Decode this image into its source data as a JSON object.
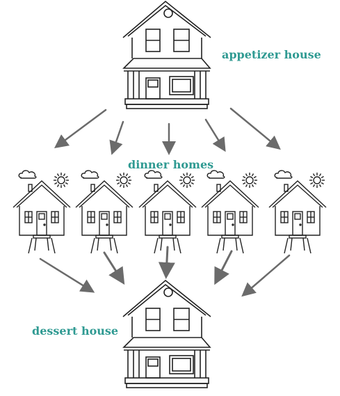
{
  "labels": {
    "appetizer": "appetizer house",
    "dinner": "dinner homes",
    "dessert": "dessert house"
  },
  "colors": {
    "label_teal": "#2f9a92",
    "line": "#222222",
    "arrow": "#6b6b6b"
  },
  "icons": {
    "big_house": "two-story-house-icon",
    "small_house": "cottage-icon",
    "sun": "sun-icon",
    "cloud": "cloud-icon"
  }
}
